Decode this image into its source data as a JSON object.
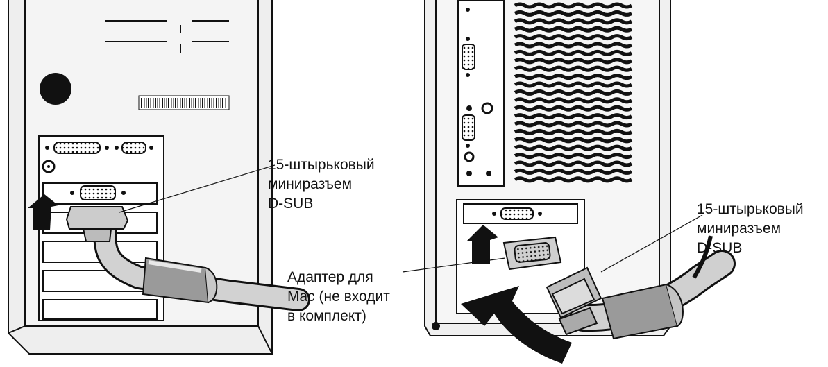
{
  "callouts": {
    "left_connector": {
      "line1": "15-штырьковый",
      "line2": "миниразъем",
      "line3": "D-SUB"
    },
    "right_connector": {
      "line1": "15-штырьковый",
      "line2": "миниразъем",
      "line3": "D-SUB"
    },
    "mac_adapter": {
      "line1": "Адаптер для",
      "line2": "Mac (не входит",
      "line3": "в комплект)"
    }
  },
  "colors": {
    "ink": "#111111",
    "paper": "#ffffff",
    "panel": "#efefef",
    "cable": "#cfcfcf",
    "shadow": "#8a8a8a"
  }
}
